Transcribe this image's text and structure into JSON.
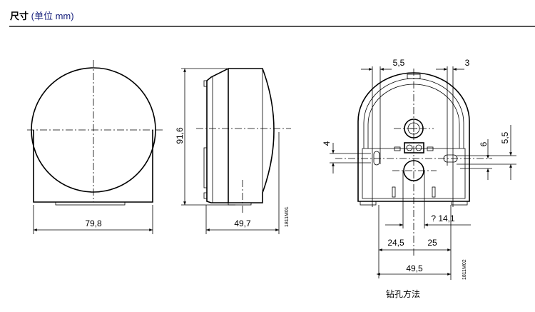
{
  "header": {
    "title_bold": "尺寸",
    "title_unit": "(单位 mm)"
  },
  "front_view": {
    "width_dim": "79,8"
  },
  "side_view": {
    "height_dim": "91,6",
    "depth_dim": "49,7",
    "drawing_id": "1811M01"
  },
  "mounting_view": {
    "dim_top_left": "5,5",
    "dim_top_right": "3",
    "dim_left_vertical": "4",
    "dim_right_vertical_1": "6",
    "dim_right_vertical_2": "5,5",
    "dim_hole_diameter": "? 14,1",
    "dim_left_offset": "24,5",
    "dim_right_offset": "25",
    "dim_total": "49,5",
    "drawing_id": "1811M02",
    "caption": "钻孔方法"
  }
}
